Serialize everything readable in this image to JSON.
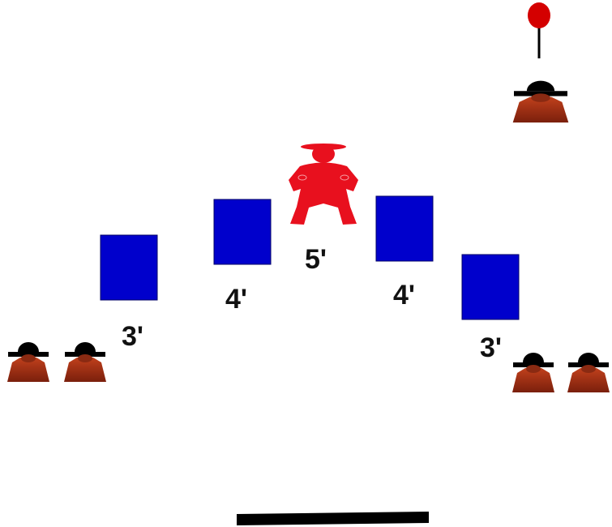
{
  "colors": {
    "background": "#ffffff",
    "square": "#0000cc",
    "player": "#a43318",
    "player_dark": "#7a1f0c",
    "hat": "#000000",
    "catcher": "#e8101e",
    "lollipop": "#d40000",
    "bar": "#000000",
    "label": "#111111"
  },
  "icons": {
    "player": "player-figure-icon",
    "catcher": "crouching-catcher-icon",
    "lollipop": "lollipop-sign-icon",
    "square": "blue-square-icon",
    "bar": "home-line-bar"
  },
  "labels": {
    "left_3": "3'",
    "left_4": "4'",
    "center_5": "5'",
    "right_4": "4'",
    "right_3": "3'"
  }
}
